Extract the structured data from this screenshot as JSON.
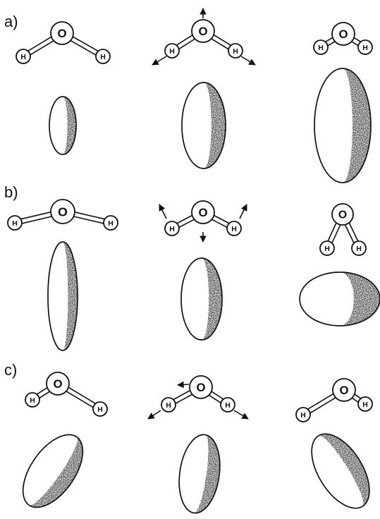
{
  "rows": [
    {
      "label": "a)"
    },
    {
      "label": "b)"
    },
    {
      "label": "c)"
    }
  ],
  "atoms": {
    "oxygen": "O",
    "hydrogen": "H"
  },
  "colors": {
    "ink": "#111111",
    "shade": "#1a1a1a",
    "background": "#ffffff"
  }
}
